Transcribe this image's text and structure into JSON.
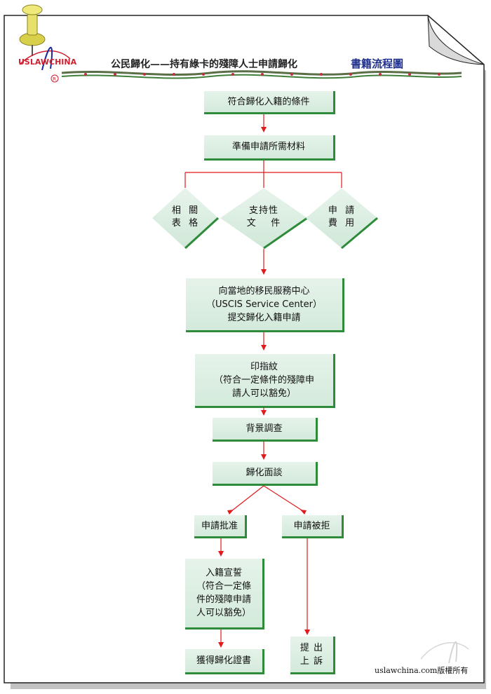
{
  "header": {
    "title": "公民歸化——持有綠卡的殘障人士申請歸化",
    "subtitle": "書籍流程圖",
    "logo_text": "USLAWCHINA"
  },
  "colors": {
    "arrow": "#e01b1b",
    "box_border": "#2e8b3a",
    "box_fill": "#dff0e4",
    "title_accent": "#1f2f8c"
  },
  "nodes": {
    "conditions": "符合歸化入籍的條件",
    "prepare": "準備申請所需材料",
    "forms": "相  關\n表  格",
    "support": "支持性\n文    件",
    "fees": "申  請\n費  用",
    "submit": "向當地的移民服務中心\n（USCIS Service Center）\n提交歸化入籍申請",
    "fingerprint": "印指紋\n（符合一定條件的殘障申\n請人可以豁免）",
    "background": "背景調查",
    "interview": "歸化面談",
    "approved": "申請批准",
    "denied": "申請被拒",
    "oath": "入籍宣誓\n（符合一定條\n件的殘障申請\n人可以豁免）",
    "certificate": "獲得歸化證書",
    "appeal": "提  出\n上  訴"
  },
  "footer": {
    "copyright": "uslawchina.com版權所有"
  }
}
